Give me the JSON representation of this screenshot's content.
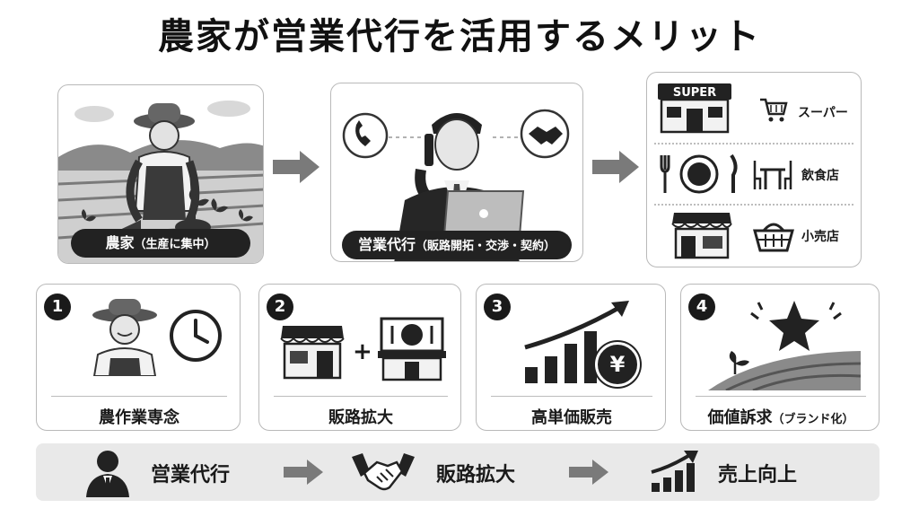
{
  "title": "農家が営業代行を活用するメリット",
  "top": {
    "farmer_label": "農家",
    "farmer_sub": "（生産に集中）",
    "agent_label": "営業代行",
    "agent_sub": "（販路開拓・交渉・契約）",
    "store_sign": "SUPER",
    "destinations": [
      {
        "label": "スーパー",
        "icon": "shopping-cart-icon"
      },
      {
        "label": "飲食店",
        "icon": "dining-table-icon"
      },
      {
        "label": "小売店",
        "icon": "shopping-basket-icon"
      }
    ]
  },
  "benefits": [
    {
      "num": "1",
      "label": "農作業専念",
      "sub": ""
    },
    {
      "num": "2",
      "label": "販路拡大",
      "sub": ""
    },
    {
      "num": "3",
      "label": "高単価販売",
      "sub": ""
    },
    {
      "num": "4",
      "label": "価値訴求",
      "sub": "（ブランド化）"
    }
  ],
  "yen_symbol": "¥",
  "plus_symbol": "+",
  "flow": [
    "営業代行",
    "販路拡大",
    "売上向上"
  ],
  "colors": {
    "dark": "#222222",
    "mid": "#6f6f6f",
    "light": "#e9e9e9",
    "border": "#b9b9b9"
  }
}
